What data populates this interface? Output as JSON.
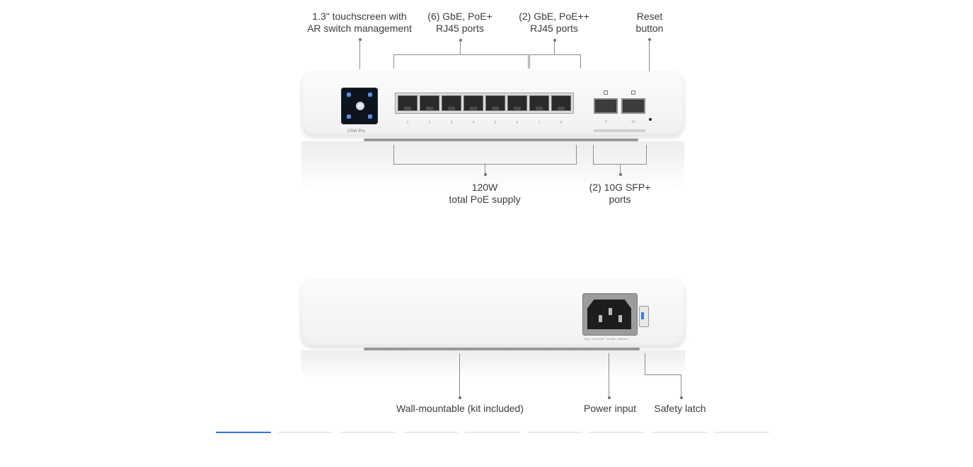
{
  "callouts": {
    "touchscreen": "1.3\" touchscreen with\nAR switch management",
    "gbe_poe_plus": "(6) GbE, PoE+\nRJ45 ports",
    "gbe_poe_plus_plus": "(2) GbE, PoE++\nRJ45 ports",
    "reset": "Reset\nbutton",
    "poe_supply": "120W\ntotal PoE supply",
    "sfp_ports": "(2) 10G SFP+\nports",
    "wall_mount": "Wall-mountable (kit included)",
    "power_input": "Power input",
    "safety_latch": "Safety latch"
  },
  "device": {
    "brand_label": "USW Pro",
    "port_numbers": [
      "1",
      "2",
      "3",
      "4",
      "5",
      "6",
      "7",
      "8"
    ],
    "sfp_numbers": [
      "9",
      "10"
    ],
    "power_rating": "Input: 100-240V~ 2A Max. 50/60Hz"
  },
  "gallery": {
    "tab_count": 9,
    "active_tab_index": 0
  },
  "colors": {
    "accent": "#2f73d6",
    "text": "#3b3b3b"
  }
}
